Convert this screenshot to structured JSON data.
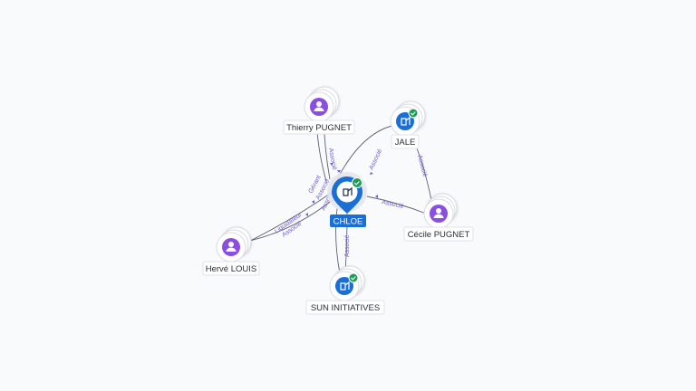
{
  "nodes": {
    "center": {
      "label": "CHLOE",
      "type": "company",
      "verified": true
    },
    "thierry": {
      "label": "Thierry PUGNET",
      "type": "person"
    },
    "jale": {
      "label": "JALE",
      "type": "company",
      "verified": true
    },
    "cecile": {
      "label": "Cécile PUGNET",
      "type": "person"
    },
    "herve": {
      "label": "Hervé LOUIS",
      "type": "person"
    },
    "sun": {
      "label": "SUN INITIATIVES",
      "type": "company",
      "verified": true
    }
  },
  "edges": {
    "thierry_center": "Associé",
    "jale_center": "Associé",
    "cecile_jale": "Associé",
    "cecile_center": "Associé",
    "herve_liquidateur": "Liquidateur",
    "herve_associe": "Associé",
    "gerant": "Gérant",
    "associe_b": "Associé",
    "associe_c": "Associé",
    "sun_center": "Associé"
  },
  "colors": {
    "person": "#8a4fe0",
    "company": "#1a6fd6",
    "verified": "#1f9d57",
    "center_label_bg": "#1a6fd6",
    "edge_label": "#6a5fd6"
  },
  "icons": {
    "person": "person-icon",
    "company": "building-icon",
    "verified": "check-badge-icon"
  }
}
